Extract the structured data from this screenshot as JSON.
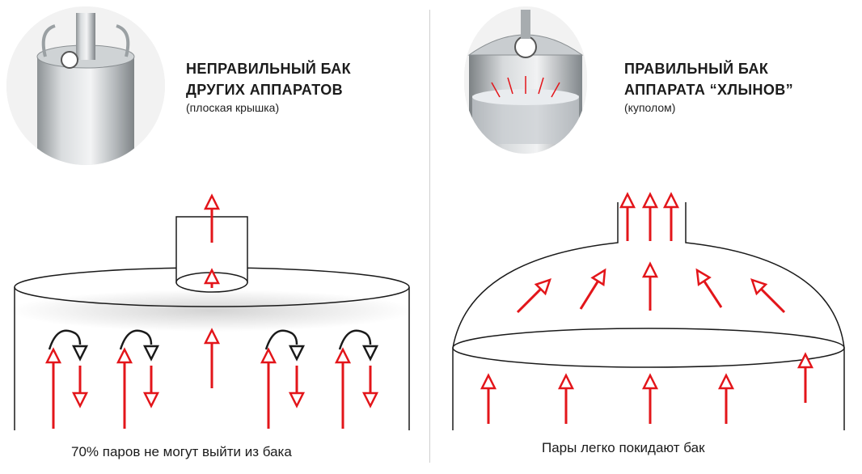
{
  "left": {
    "title": "НЕПРАВИЛЬНЫЙ БАК\nДРУГИХ АППАРАТОВ",
    "subtitle": "(плоская крышка)",
    "caption": "70% паров не могут выйти из бака"
  },
  "right": {
    "title": "ПРАВИЛЬНЫЙ БАК\nАППАРАТА “ХЛЫНОВ”",
    "subtitle": "(куполом)",
    "caption": "Пары легко покидают бак"
  },
  "colors": {
    "arrow_red": "#e3151a",
    "line": "#1a1a1a",
    "divider": "#cfcfcf",
    "steel": "#b8bcbf"
  },
  "icons": [
    "flat-lid-tank-photo",
    "dome-lid-tank-photo"
  ]
}
